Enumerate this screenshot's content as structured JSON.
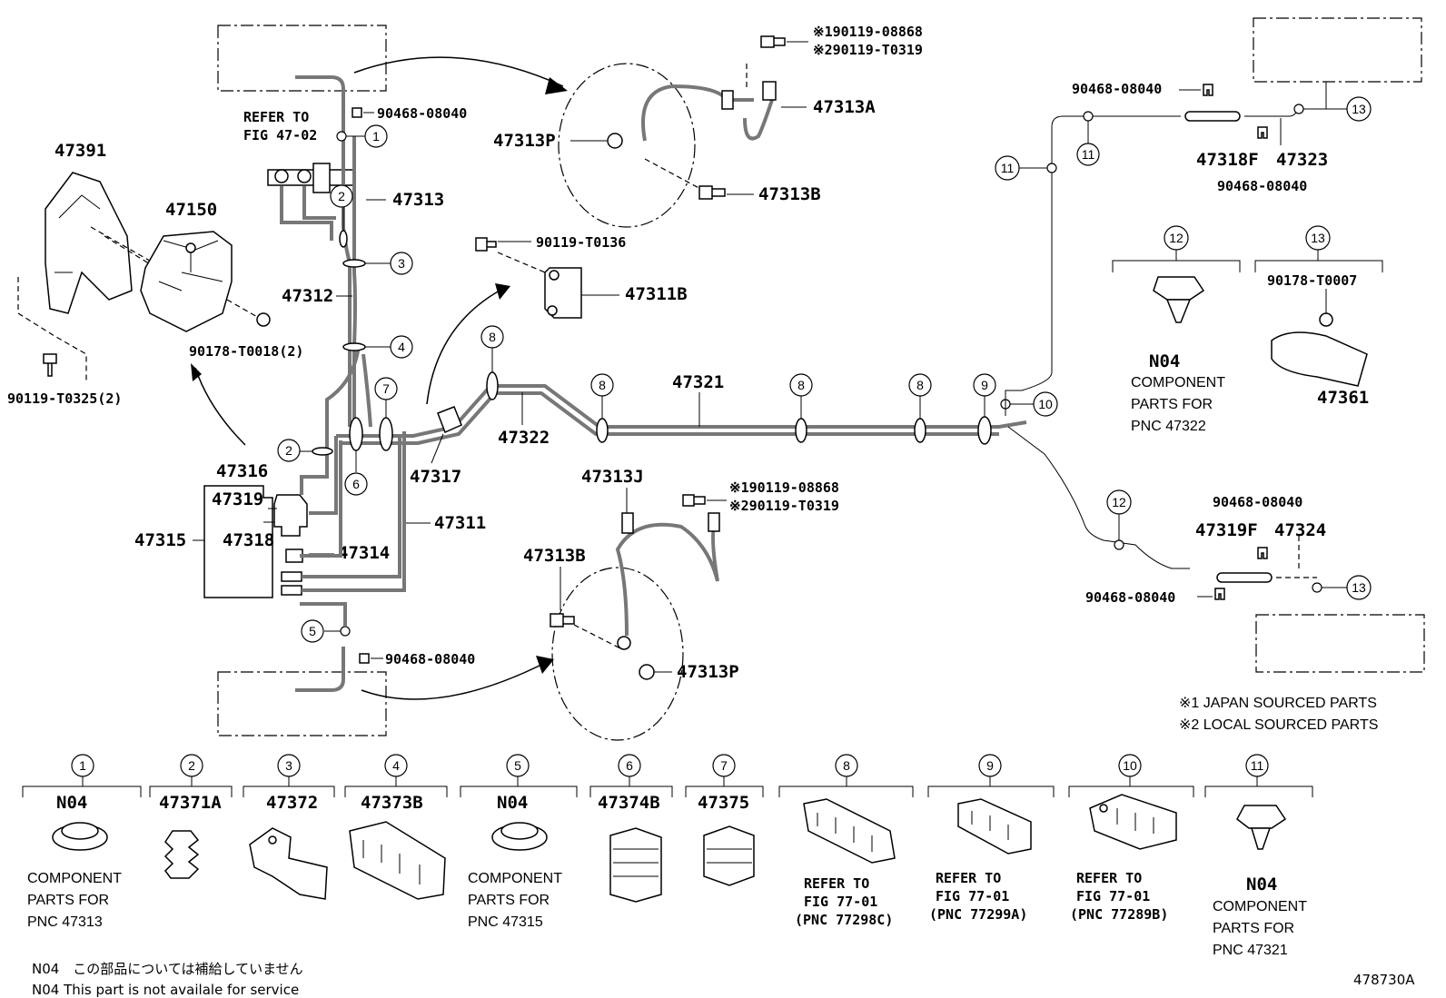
{
  "diagram_id": "478730A",
  "part_numbers": {
    "p47391": "47391",
    "p47150": "47150",
    "p90178_T0018": "90178-T0018(2)",
    "p90119_T0325": "90119-T0325(2)",
    "refer_line1": "REFER TO",
    "refer_line2": "FIG 47-02",
    "p90468_top": "90468-08040",
    "p47313": "47313",
    "p47312": "47312",
    "p47316": "47316",
    "p47319": "47319",
    "p47315": "47315",
    "p47318": "47318",
    "p47314": "47314",
    "p47311": "47311",
    "p47317": "47317",
    "p47322": "47322",
    "p47321": "47321",
    "p90119_T0136": "90119-T0136",
    "p47311B": "47311B",
    "p_sourced1_top": "※190119-08868",
    "p_sourced2_top": "※290119-T0319",
    "p47313A": "47313A",
    "p47313P_top": "47313P",
    "p47313B_top": "47313B",
    "p47313J": "47313J",
    "p_sourced1_bot": "※190119-08868",
    "p_sourced2_bot": "※290119-T0319",
    "p47313B_bot": "47313B",
    "p47313P_bot": "47313P",
    "p90468_bot": "90468-08040",
    "p90468_r1": "90468-08040",
    "p47318F": "47318F",
    "p47323": "47323",
    "p90468_r2": "90468-08040",
    "p90178_T0007": "90178-T0007",
    "p47361": "47361",
    "p90468_r3": "90468-08040",
    "p47319F": "47319F",
    "p47324": "47324",
    "p90468_r4": "90468-08040"
  },
  "callouts": [
    "1",
    "2",
    "3",
    "4",
    "5",
    "6",
    "7",
    "8",
    "9",
    "10",
    "11",
    "12",
    "13"
  ],
  "inset_12": {
    "code": "N04",
    "line1": "COMPONENT",
    "line2": "PARTS FOR",
    "line3": "PNC 47322"
  },
  "notes": {
    "japan": "※1 JAPAN SOURCED PARTS",
    "local": "※2 LOCAL SOURCED PARTS"
  },
  "bottom_row": [
    {
      "num": "1",
      "pn": "N04",
      "l1": "COMPONENT",
      "l2": "PARTS FOR",
      "l3": "PNC 47313"
    },
    {
      "num": "2",
      "pn": "47371A"
    },
    {
      "num": "3",
      "pn": "47372"
    },
    {
      "num": "4",
      "pn": "47373B"
    },
    {
      "num": "5",
      "pn": "N04",
      "l1": "COMPONENT",
      "l2": "PARTS FOR",
      "l3": "PNC 47315"
    },
    {
      "num": "6",
      "pn": "47374B"
    },
    {
      "num": "7",
      "pn": "47375"
    },
    {
      "num": "8",
      "l1": "REFER TO",
      "l2": "FIG 77-01",
      "l3": "(PNC 77298C)"
    },
    {
      "num": "9",
      "l1": "REFER TO",
      "l2": "FIG 77-01",
      "l3": "(PNC 77299A)"
    },
    {
      "num": "10",
      "l1": "REFER TO",
      "l2": "FIG 77-01",
      "l3": "(PNC 77289B)"
    },
    {
      "num": "11",
      "pn": "N04",
      "l1": "COMPONENT",
      "l2": "PARTS FOR",
      "l3": "PNC 47321"
    }
  ],
  "footer": {
    "jp": "N04　この部品については補給していません",
    "en": "N04  This part is not availale for service"
  }
}
